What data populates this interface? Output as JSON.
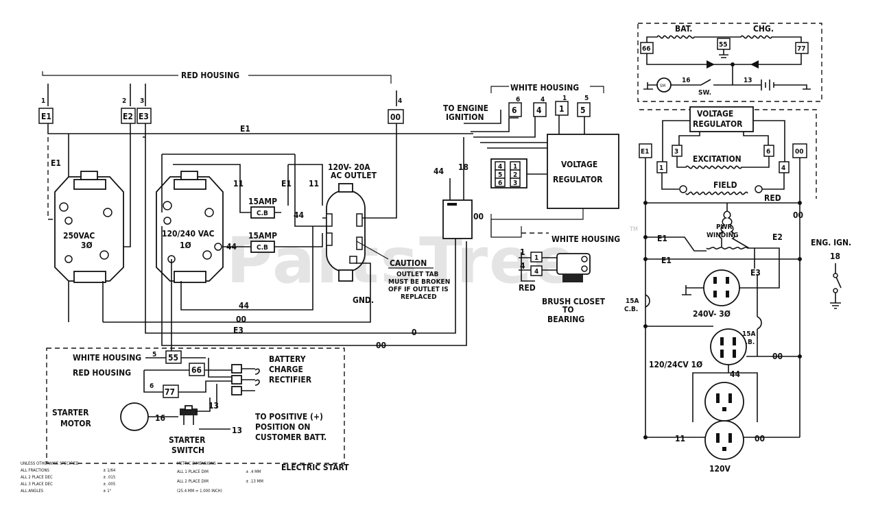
{
  "watermark": "PartsTree",
  "watermark_tm": "TM",
  "housings": {
    "red_housing": "RED HOUSING",
    "white_housing_top": "WHITE HOUSING",
    "white_housing_mid": "WHITE HOUSING",
    "white_housing_lower": "WHITE HOUSING",
    "red_housing_lower": "RED HOUSING"
  },
  "terminals": {
    "e1": "E1",
    "e2": "E2",
    "e3": "E3",
    "t00": "00",
    "t6": "6",
    "t4": "4",
    "t1": "1",
    "t5": "5",
    "t55": "55",
    "t66": "66",
    "t77": "77"
  },
  "wire_numbers": {
    "w1": "1",
    "w2": "2",
    "w3": "3",
    "w4": "4",
    "w4b": "4",
    "w1b": "1",
    "w1c": "1",
    "w4c": "4",
    "w5": "5",
    "w6": "6",
    "w44": "44",
    "w44b": "44",
    "w44c": "44",
    "w18": "18",
    "w00": "00",
    "w00b": "00",
    "w00c": "00",
    "w00d": "00",
    "w11": "11",
    "w11b": "11",
    "w11c": "11",
    "w0": "0",
    "w13": "13",
    "w13b": "13",
    "w13c": "13",
    "w16": "16",
    "w16b": "16"
  },
  "wire_labels": {
    "e1_top": "E1",
    "e1_left": "E1",
    "e1_mid": "E1",
    "e3_bottom": "E3",
    "w44_bottom": "44",
    "w00_bottom": "00"
  },
  "components": {
    "outlet_250": "250VAC",
    "outlet_250_phase": "3Ø",
    "outlet_120_240": "120/240 VAC",
    "outlet_120_240_phase": "1Ø",
    "cb_15amp_1": "15AMP",
    "cb_15amp_2": "15AMP",
    "cb": "C.B",
    "ac_outlet": "120V- 20A",
    "ac_outlet_2": "AC OUTLET",
    "to_engine_ignition": "TO ENGINE",
    "to_engine_ignition_2": "IGNITION",
    "voltage_regulator": "VOLTAGE",
    "voltage_regulator_2": "REGULATOR",
    "caution": "CAUTION",
    "caution_text_1": "OUTLET TAB",
    "caution_text_2": "MUST BE BROKEN",
    "caution_text_3": "OFF IF OUTLET IS",
    "caution_text_4": "REPLACED",
    "gnd": "GND.",
    "red": "RED",
    "brush": "BRUSH CLOSET",
    "brush_2": "TO",
    "brush_3": "BEARING",
    "battery_charge": "BATTERY",
    "battery_charge_2": "CHARGE",
    "battery_charge_3": "RECTIFIER",
    "starter_motor": "STARTER",
    "starter_motor_2": "MOTOR",
    "starter_switch": "STARTER",
    "starter_switch_2": "SWITCH",
    "to_positive": "TO POSITIVE (+)",
    "to_positive_2": "POSITION ON",
    "to_positive_3": "CUSTOMER BATT.",
    "electric_start": "ELECTRIC START"
  },
  "schematic": {
    "bat": "BAT.",
    "chg": "CHG.",
    "sm": "SM",
    "sw": "SW.",
    "voltage_regulator": "VOLTAGE",
    "voltage_regulator_2": "REGULATOR",
    "excitation": "EXCITATION",
    "field": "FIELD",
    "red": "RED",
    "pwr_winding": "PWR",
    "pwr_winding_2": "WINDING",
    "v240": "240V- 3Ø",
    "v120_240": "120/24CV 1Ø",
    "v120": "120V",
    "cb15a": "15A",
    "cb15a_2": "C.B.",
    "cb15a_b": "15A",
    "cb15a_b2": "C.B.",
    "eng_ign": "ENG. IGN.",
    "eng_ign_num": "18",
    "t3": "3",
    "t6": "6",
    "t1": "1",
    "t4": "4"
  },
  "tolerances": {
    "left_1": "UNLESS OTHERWISE SPECIFIED",
    "left_2": "ALL FRACTIONS",
    "left_2v": "± 1/64",
    "left_3": "ALL 2 PLACE DEC",
    "left_3v": "± .015",
    "left_4": "ALL 3 PLACE DEC",
    "left_4v": "± .005",
    "left_5": "ALL ANGLES",
    "left_5v": "± 1°",
    "right_1": "METRIC DIMENSIONS",
    "right_2": "ALL 1 PLACE DIM",
    "right_2v": "± .4 MM",
    "right_3": "ALL 2 PLACE DIM",
    "right_3v": "± .13 MM",
    "right_4": "(25.4 MM = 1.000 INCH)"
  }
}
